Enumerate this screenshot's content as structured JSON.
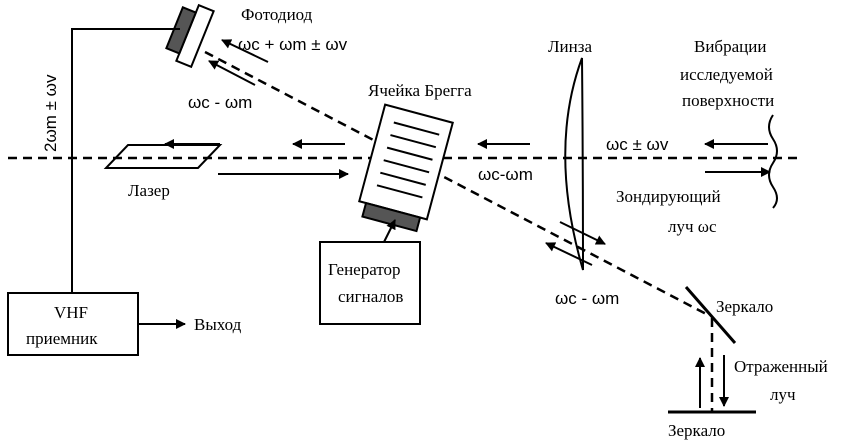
{
  "labels": {
    "photodiode": "Фотодиод",
    "freq_top": "ωc + ωm ± ωv",
    "freq_left_vertical": "2ωm ± ωv",
    "freq_cm_upper": "ωc - ωm",
    "bragg_cell": "Ячейка Брегга",
    "lens": "Линза",
    "vibrations_line1": "Вибрации",
    "vibrations_line2": "исследуемой",
    "vibrations_line3": "поверхности",
    "freq_return": "ωc ± ωv",
    "freq_mid": "ωc-ωm",
    "laser": "Лазер",
    "probe_line1": "Зондирующий",
    "probe_line2": "луч ωc",
    "generator_line1": "Генератор",
    "generator_line2": "сигналов",
    "freq_cm_lower": "ωc - ωm",
    "mirror_upper": "Зеркало",
    "vhf_line1": "VHF",
    "vhf_line2": "приемник",
    "output": "Выход",
    "reflected_line1": "Отраженный",
    "reflected_line2": "луч",
    "mirror_lower": "Зеркало"
  },
  "colors": {
    "line": "#000000",
    "photodiode_dark": "#555555",
    "generator_dark": "#555555",
    "background": "#ffffff"
  }
}
